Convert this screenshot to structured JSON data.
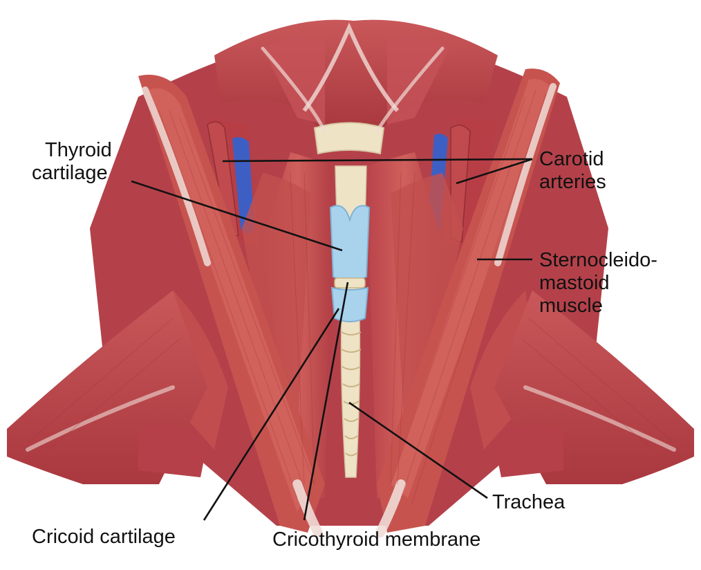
{
  "labels": {
    "thyroid": [
      "Thyroid",
      "cartilage"
    ],
    "carotid": [
      "Carotid",
      "arteries"
    ],
    "scm": [
      "Sternocleido-",
      "mastoid",
      "muscle"
    ],
    "trachea": "Trachea",
    "cricoid": "Cricoid cartilage",
    "cricothyroid": "Cricothyroid membrane"
  },
  "colors": {
    "muscle": "#c44d4d",
    "muscle_dark": "#a83a3c",
    "tendon": "#ecd9d3",
    "cartilage": "#a9d2ec",
    "bone": "#efe3c6",
    "vein": "#3d5fc4",
    "leader": "#111111"
  }
}
